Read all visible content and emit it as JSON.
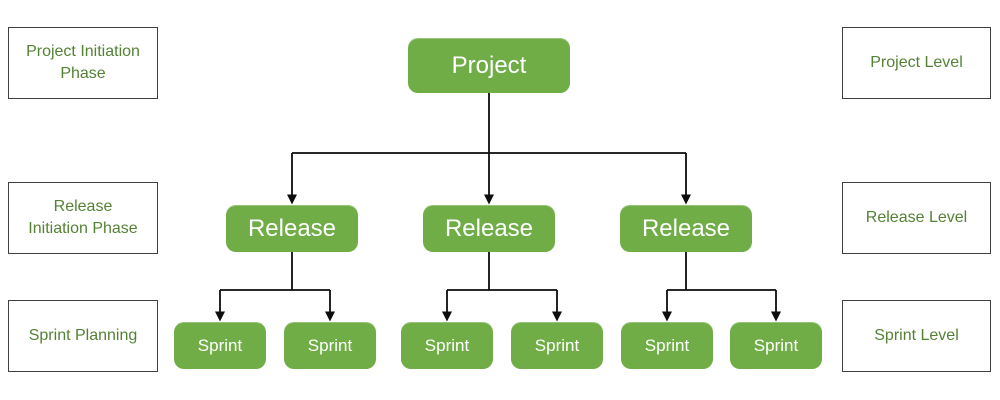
{
  "colors": {
    "node_fill": "#70AD47",
    "node_text": "#FFFFFF",
    "label_text": "#548235",
    "label_border": "#3F3F3F",
    "connector": "#0D0D0D",
    "background": "#FFFFFF"
  },
  "phase_labels": [
    {
      "line1": "Project Initiation",
      "line2": "Phase"
    },
    {
      "line1": "Release",
      "line2": "Initiation Phase"
    },
    {
      "line1": "Sprint Planning",
      "line2": ""
    }
  ],
  "level_labels": [
    {
      "text": "Project Level"
    },
    {
      "text": "Release Level"
    },
    {
      "text": "Sprint Level"
    }
  ],
  "nodes": {
    "project": "Project",
    "releases": [
      "Release",
      "Release",
      "Release"
    ],
    "sprints": [
      "Sprint",
      "Sprint",
      "Sprint",
      "Sprint",
      "Sprint",
      "Sprint"
    ]
  }
}
